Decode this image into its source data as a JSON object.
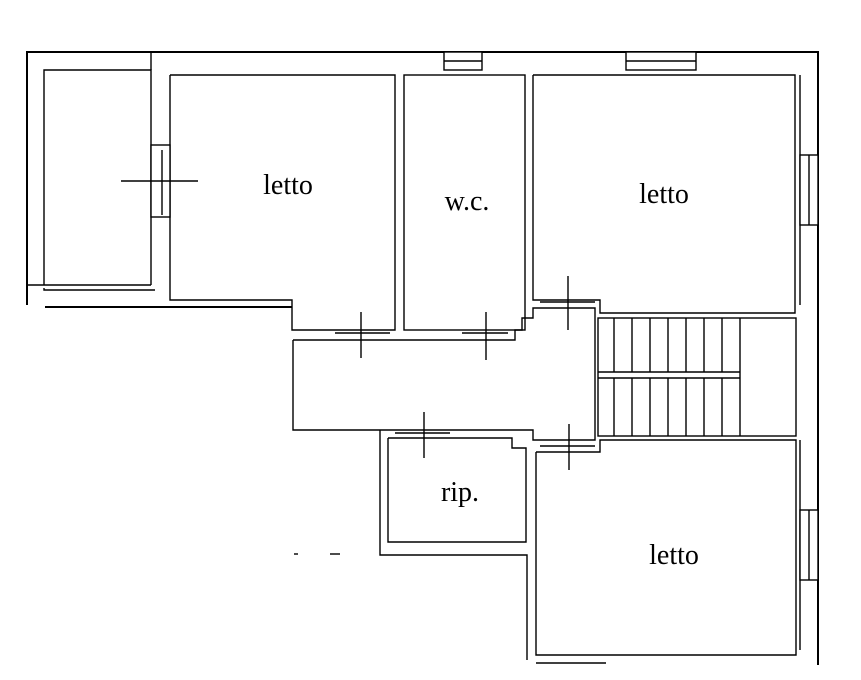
{
  "rooms": {
    "bedroom_1": "letto",
    "wc": "w.c.",
    "bedroom_2": "letto",
    "storage": "rip.",
    "bedroom_3": "letto"
  }
}
